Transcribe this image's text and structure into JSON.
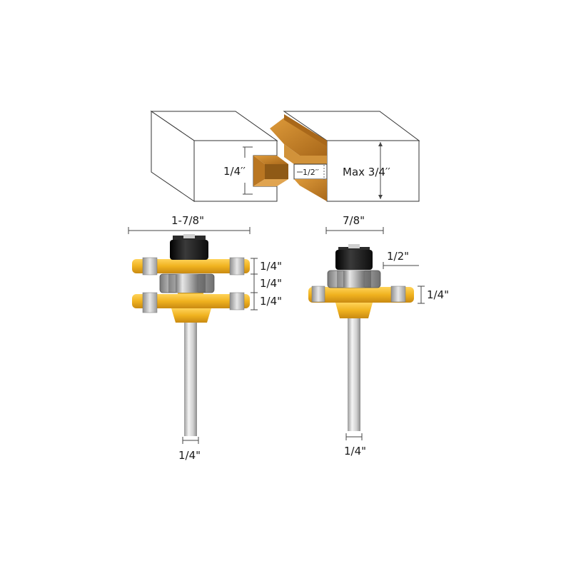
{
  "joint_diagram": {
    "groove_width_label": "1/4′′",
    "tongue_depth_label": "1/2′′",
    "max_thickness_label": "Max 3/4′′"
  },
  "left_bit": {
    "cutter_diameter_label": "1-7/8\"",
    "upper_cutter_thickness_label": "1/4\"",
    "spacer_thickness_label": "1/4\"",
    "lower_cutter_thickness_label": "1/4\"",
    "shank_diameter_label": "1/4\""
  },
  "right_bit": {
    "cutter_diameter_label": "7/8\"",
    "bearing_label": "1/2\"",
    "cutter_thickness_label": "1/4\"",
    "shank_diameter_label": "1/4\""
  },
  "colors": {
    "wood_face": "#ffffff",
    "wood_cut": "#c9862a",
    "cutter_yellow": "#f0b21f",
    "cutter_shadow": "#c98a12",
    "carbide": "#bdbdbd",
    "nut_black": "#1c1c1c",
    "shank_steel": "#d6d6d6",
    "bearing_steel": "#a8a8a8"
  }
}
